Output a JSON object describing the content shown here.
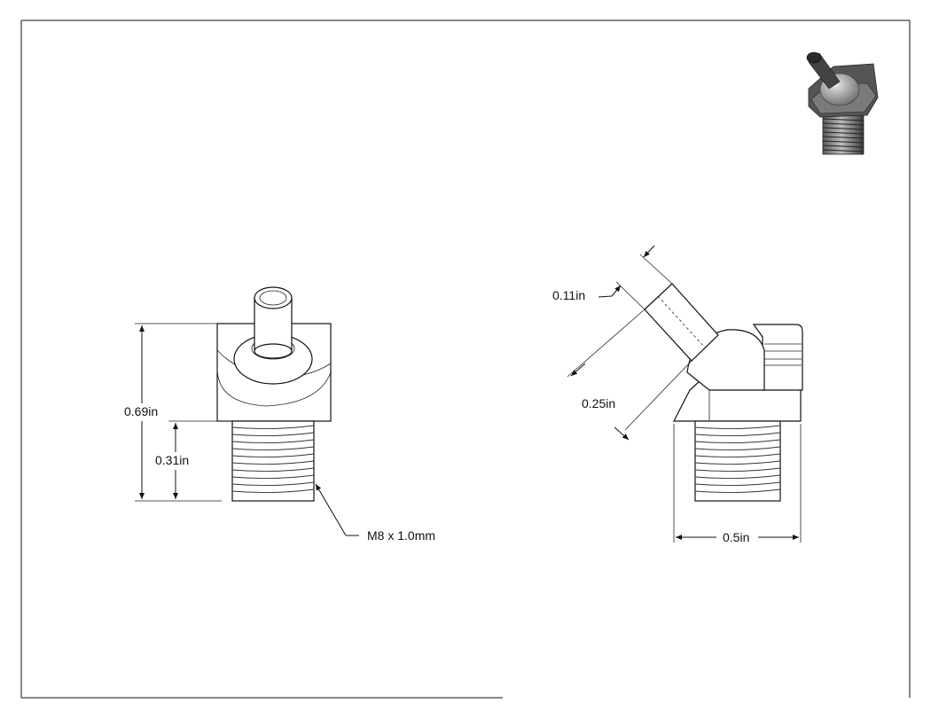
{
  "drawing": {
    "front_view": {
      "overall_height": "0.69in",
      "thread_length": "0.31in",
      "thread_callout": "M8 x 1.0mm"
    },
    "side_view": {
      "tube_diameter": "0.11in",
      "tube_length": "0.25in",
      "overall_width": "0.5in"
    }
  },
  "colors": {
    "border": "#111111",
    "line": "#111111",
    "shade_dark": "#3a3a3a",
    "shade_mid": "#8a8a8a",
    "shade_light": "#cfcfcf"
  }
}
